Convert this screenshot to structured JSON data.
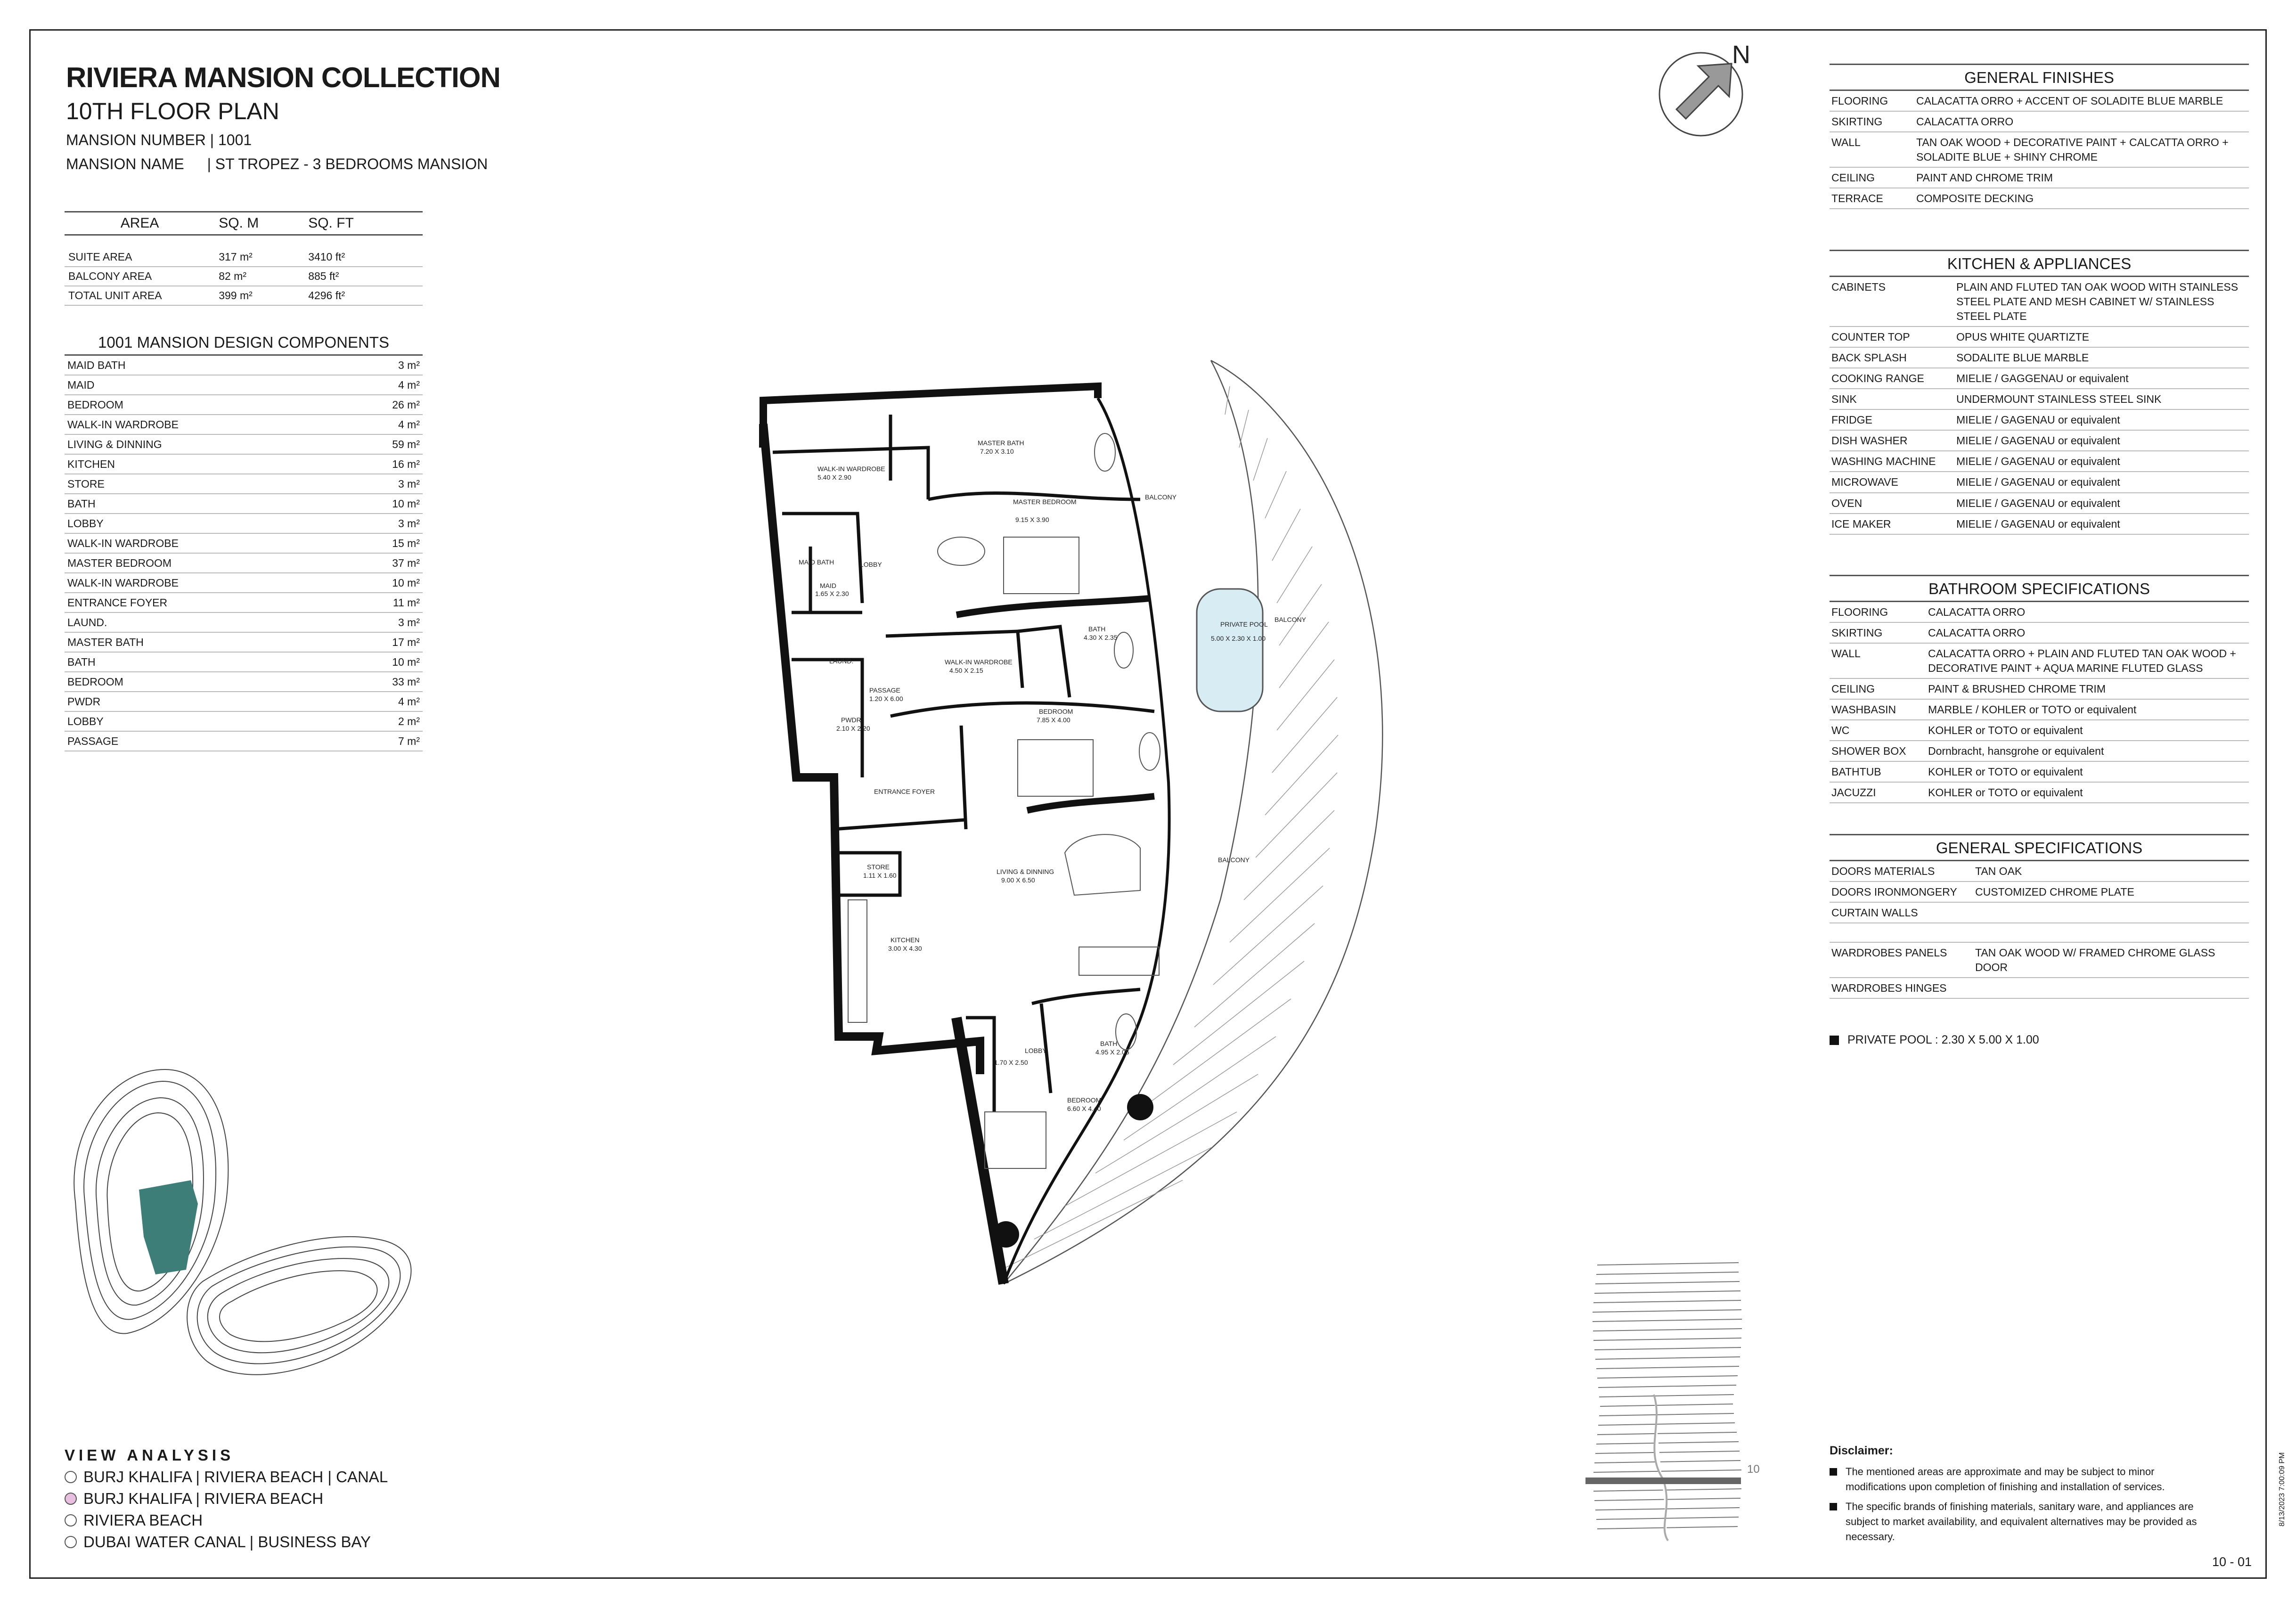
{
  "header": {
    "title": "RIVIERA MANSION COLLECTION",
    "subtitle": "10TH FLOOR PLAN",
    "mansion_number_label": "MANSION NUMBER | 1001",
    "mansion_name_label": "MANSION NAME",
    "mansion_name_value": "| ST TROPEZ - 3 BEDROOMS MANSION"
  },
  "area_table": {
    "headers": [
      "AREA",
      "SQ. M",
      "SQ. FT"
    ],
    "rows": [
      {
        "area": "SUITE AREA",
        "sqm": "317 m²",
        "sqft": "3410 ft²"
      },
      {
        "area": "BALCONY AREA",
        "sqm": "82 m²",
        "sqft": "885 ft²"
      },
      {
        "area": "TOTAL UNIT AREA",
        "sqm": "399 m²",
        "sqft": "4296 ft²"
      }
    ]
  },
  "components": {
    "title": "1001 MANSION DESIGN COMPONENTS",
    "items": [
      {
        "name": "MAID BATH",
        "area": "3 m²"
      },
      {
        "name": "MAID",
        "area": "4 m²"
      },
      {
        "name": "BEDROOM",
        "area": "26 m²"
      },
      {
        "name": "WALK-IN WARDROBE",
        "area": "4 m²"
      },
      {
        "name": "LIVING & DINNING",
        "area": "59 m²"
      },
      {
        "name": "KITCHEN",
        "area": "16 m²"
      },
      {
        "name": "STORE",
        "area": "3 m²"
      },
      {
        "name": "BATH",
        "area": "10 m²"
      },
      {
        "name": "LOBBY",
        "area": "3 m²"
      },
      {
        "name": "WALK-IN WARDROBE",
        "area": "15 m²"
      },
      {
        "name": "MASTER BEDROOM",
        "area": "37 m²"
      },
      {
        "name": "WALK-IN WARDROBE",
        "area": "10 m²"
      },
      {
        "name": "ENTRANCE FOYER",
        "area": "11 m²"
      },
      {
        "name": "LAUND.",
        "area": "3 m²"
      },
      {
        "name": "MASTER BATH",
        "area": "17 m²"
      },
      {
        "name": "BATH",
        "area": "10 m²"
      },
      {
        "name": "BEDROOM",
        "area": "33 m²"
      },
      {
        "name": "PWDR",
        "area": "4 m²"
      },
      {
        "name": "LOBBY",
        "area": "2 m²"
      },
      {
        "name": "PASSAGE",
        "area": "7 m²"
      }
    ]
  },
  "compass": {
    "label": "N"
  },
  "general_finishes": {
    "title": "GENERAL FINISHES",
    "rows": [
      {
        "k": "FLOORING",
        "v": "CALACATTA ORRO + ACCENT OF SOLADITE BLUE MARBLE"
      },
      {
        "k": "SKIRTING",
        "v": "CALACATTA ORRO"
      },
      {
        "k": "WALL",
        "v": "TAN OAK WOOD + DECORATIVE PAINT + CALCATTA ORRO + SOLADITE BLUE + SHINY CHROME"
      },
      {
        "k": "CEILING",
        "v": "PAINT AND CHROME TRIM"
      },
      {
        "k": "TERRACE",
        "v": "COMPOSITE DECKING"
      }
    ]
  },
  "kitchen": {
    "title": "KITCHEN & APPLIANCES",
    "rows": [
      {
        "k": "CABINETS",
        "v": "PLAIN AND FLUTED TAN OAK WOOD WITH STAINLESS STEEL PLATE AND MESH CABINET W/ STAINLESS STEEL PLATE"
      },
      {
        "k": "COUNTER TOP",
        "v": "OPUS WHITE QUARTIZTE"
      },
      {
        "k": "BACK SPLASH",
        "v": "SODALITE BLUE MARBLE"
      },
      {
        "k": "COOKING RANGE",
        "v": "MIELIE / GAGGENAU or equivalent"
      },
      {
        "k": "SINK",
        "v": "UNDERMOUNT STAINLESS STEEL SINK"
      },
      {
        "k": "FRIDGE",
        "v": "MIELIE / GAGENAU or equivalent"
      },
      {
        "k": "DISH WASHER",
        "v": "MIELIE / GAGENAU or equivalent"
      },
      {
        "k": "WASHING MACHINE",
        "v": "MIELIE / GAGENAU or equivalent"
      },
      {
        "k": "MICROWAVE",
        "v": "MIELIE / GAGENAU or equivalent"
      },
      {
        "k": "OVEN",
        "v": "MIELIE / GAGENAU or equivalent"
      },
      {
        "k": "ICE MAKER",
        "v": "MIELIE / GAGENAU or equivalent"
      }
    ]
  },
  "bathroom": {
    "title": "BATHROOM SPECIFICATIONS",
    "rows": [
      {
        "k": "FLOORING",
        "v": "CALACATTA ORRO"
      },
      {
        "k": "SKIRTING",
        "v": "CALACATTA ORRO"
      },
      {
        "k": "WALL",
        "v": "CALACATTA ORRO + PLAIN AND FLUTED TAN OAK WOOD + DECORATIVE PAINT + AQUA MARINE FLUTED GLASS"
      },
      {
        "k": "CEILING",
        "v": "PAINT & BRUSHED CHROME TRIM"
      },
      {
        "k": "WASHBASIN",
        "v": "MARBLE / KOHLER or TOTO or equivalent"
      },
      {
        "k": "WC",
        "v": "KOHLER or TOTO or equivalent"
      },
      {
        "k": "SHOWER BOX",
        "v": "Dornbracht, hansgrohe or equivalent"
      },
      {
        "k": "BATHTUB",
        "v": "KOHLER or TOTO or equivalent"
      },
      {
        "k": "JACUZZI",
        "v": "KOHLER or TOTO or equivalent"
      }
    ]
  },
  "general_specs": {
    "title": "GENERAL SPECIFICATIONS",
    "rows": [
      {
        "k": "DOORS MATERIALS",
        "v": "TAN OAK"
      },
      {
        "k": "DOORS IRONMONGERY",
        "v": "CUSTOMIZED CHROME PLATE"
      },
      {
        "k": "CURTAIN WALLS",
        "v": ""
      },
      {
        "k": "",
        "v": ""
      },
      {
        "k": "WARDROBES PANELS",
        "v": "TAN OAK WOOD W/ FRAMED CHROME GLASS DOOR"
      },
      {
        "k": "WARDROBES HINGES",
        "v": ""
      }
    ]
  },
  "pool_note": "PRIVATE POOL :  2.30 X 5.00 X 1.00",
  "disclaimer": {
    "title": "Disclaimer:",
    "items": [
      "The mentioned areas are approximate and may be subject to minor modifications  upon completion of finishing and installation of services.",
      "The specific brands of finishing materials, sanitary ware, and appliances are subject to market availability, and equivalent alternatives may be provided as necessary."
    ]
  },
  "page_number": "10 - 01",
  "timestamp": "8/13/2023 7:00:09 PM",
  "floor_indicator": "10",
  "view_analysis": {
    "title": "VIEW ANALYSIS",
    "options": [
      {
        "label": "BURJ KHALIFA | RIVIERA BEACH | CANAL",
        "selected": false
      },
      {
        "label": "BURJ KHALIFA | RIVIERA BEACH",
        "selected": true
      },
      {
        "label": "RIVIERA BEACH",
        "selected": false
      },
      {
        "label": "DUBAI WATER CANAL | BUSINESS BAY",
        "selected": false
      }
    ]
  },
  "floor_plan": {
    "labels": {
      "walkin_1": "WALK-IN WARDROBE",
      "walkin_1_dim": "5.40 X 2.90",
      "master_bath": "MASTER BATH",
      "master_bath_dim": "7.20 X 3.10",
      "master_bedroom": "MASTER BEDROOM",
      "master_bedroom_dim": "9.15 X 3.90",
      "maid_bath": "MAID BATH",
      "lobby_1": "LOBBY",
      "maid": "MAID",
      "maid_dim": "1.65 X 2.30",
      "laund": "LAUND.",
      "pwdr": "PWDR",
      "pwdr_dim": "2.10 X 2.20",
      "passage": "PASSAGE",
      "passage_dim": "1.20 X 6.00",
      "walkin_2": "WALK-IN WARDROBE",
      "walkin_2_dim": "4.50 X 2.15",
      "bath_1": "BATH",
      "bath_1_dim": "4.30 X 2.35",
      "bedroom_1": "BEDROOM",
      "bedroom_1_dim": "7.85 X 4.00",
      "pool": "PRIVATE POOL",
      "pool_dim": "5.00 X 2.30 X 1.00",
      "balcony_1": "BALCONY",
      "balcony_2": "BALCONY",
      "balcony_3": "BALCONY",
      "entrance": "ENTRANCE FOYER",
      "store": "STORE",
      "store_dim": "1.11 X 1.60",
      "living": "LIVING & DINNING",
      "living_dim": "9.00 X 6.50",
      "kitchen": "KITCHEN",
      "kitchen_dim": "3.00 X 4.30",
      "walkin_3_dim": "1.70 X 2.50",
      "lobby_2": "LOBBY",
      "bath_2": "BATH",
      "bath_2_dim": "4.95 X 2.05",
      "bedroom_2": "BEDROOM",
      "bedroom_2_dim": "6.60 X 4.40"
    }
  },
  "colors": {
    "accent_teal": "#3d7f78",
    "pool_blue": "#d8ecf3",
    "selected_radio": "#e8bfe0"
  }
}
